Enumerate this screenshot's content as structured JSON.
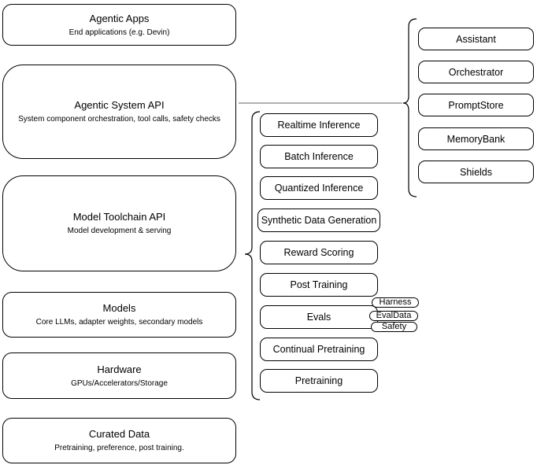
{
  "diagram": {
    "left_column": [
      {
        "title": "Agentic Apps",
        "subtitle": "End applications (e.g. Devin)"
      },
      {
        "title": "Agentic System API",
        "subtitle": "System component orchestration, tool calls, safety checks"
      },
      {
        "title": "Model Toolchain API",
        "subtitle": "Model development & serving"
      },
      {
        "title": "Models",
        "subtitle": "Core LLMs, adapter weights, secondary models"
      },
      {
        "title": "Hardware",
        "subtitle": "GPUs/Accelerators/Storage"
      },
      {
        "title": "Curated Data",
        "subtitle": "Pretraining, preference, post training."
      }
    ],
    "toolchain_items": [
      "Realtime Inference",
      "Batch Inference",
      "Quantized Inference",
      "Synthetic Data Generation",
      "Reward Scoring",
      "Post Training",
      "Evals",
      "Continual Pretraining",
      "Pretraining"
    ],
    "eval_tags": [
      "Harness",
      "EvalData",
      "Safety"
    ],
    "system_components": [
      "Assistant",
      "Orchestrator",
      "PromptStore",
      "MemoryBank",
      "Shields"
    ],
    "colors": {
      "background": "#ffffff",
      "box_fill": "#ffffff",
      "box_border": "#000000",
      "edge_line": "#808080",
      "text": "#000000"
    }
  }
}
